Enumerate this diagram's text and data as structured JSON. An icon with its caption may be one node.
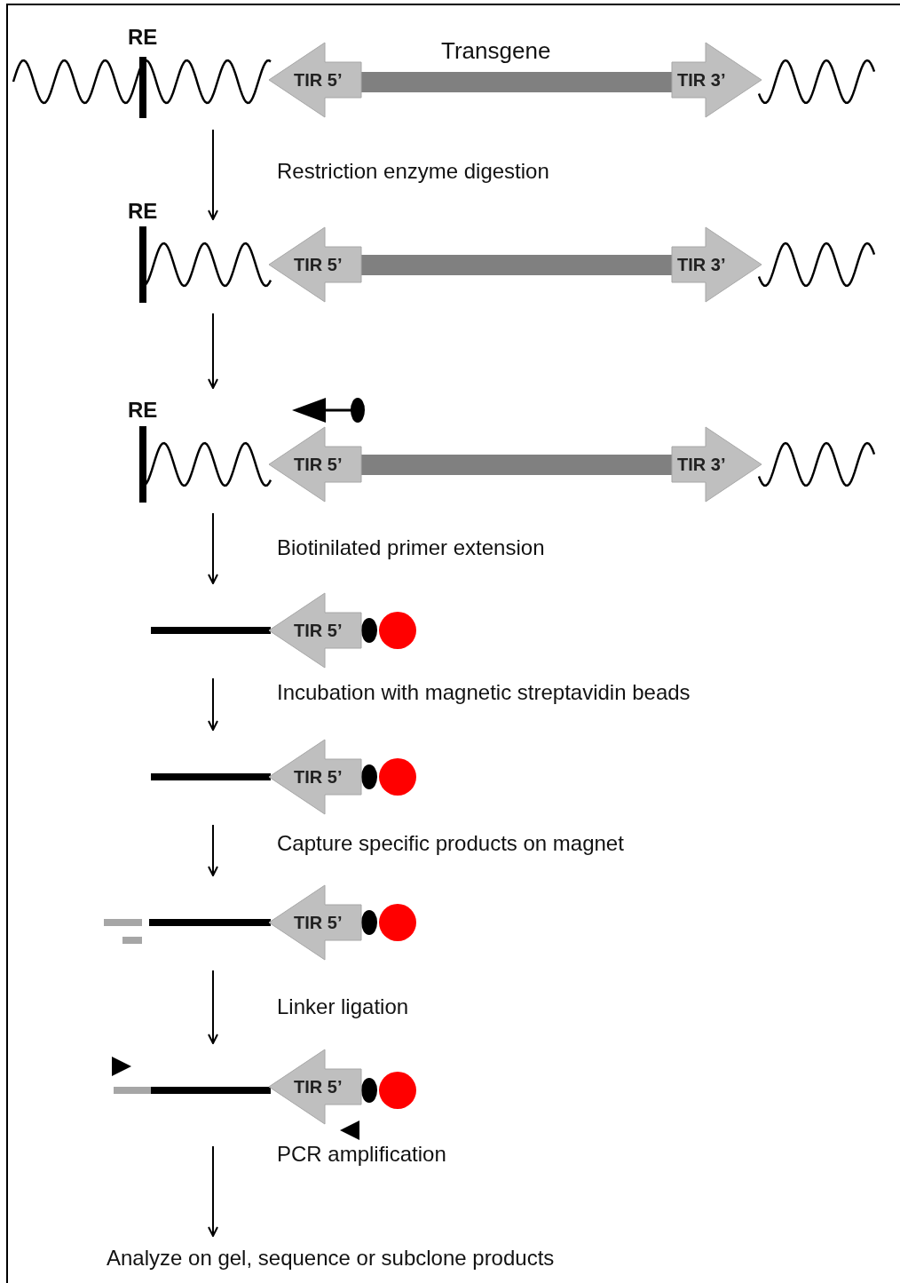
{
  "diagram": {
    "nodes": [
      {
        "text": [],
        "shape": "picture"
      },
      {
        "text": [
          "TIR 5’"
        ],
        "in": 0
      },
      {
        "text": [
          "TIR 3’"
        ],
        "in": 0
      },
      {
        "text": [],
        "shape": "picture"
      },
      {
        "text": [
          "TIR 5’"
        ],
        "in": 3
      },
      {
        "text": [
          "TIR 3’"
        ],
        "in": 3
      },
      {
        "text": [],
        "shape": "picture"
      },
      {
        "text": [
          "TIR 5’"
        ],
        "in": 6
      },
      {
        "text": [
          "TIR 3’"
        ],
        "in": 6
      },
      {
        "text": [],
        "shape": "picture"
      },
      {
        "text": [
          "TIR 5’"
        ]
      },
      {
        "text": [],
        "shape": "picture"
      },
      {
        "text": [
          "TIR 5’"
        ]
      },
      {
        "text": [],
        "shape": "picture"
      },
      {
        "text": [
          "TIR 5’"
        ]
      },
      {
        "text": [],
        "shape": "picture"
      },
      {
        "text": [
          "TIR 5’"
        ],
        "in": 15
      },
      {
        "text": [
          "Analyze on gel, sequence or subclone products"
        ]
      }
    ],
    "edges": [
      {
        "from": 0,
        "to": 3,
        "arrow": "to",
        "label": "Restriction enzyme digestion"
      },
      {
        "from": 3,
        "to": 6,
        "arrow": "to"
      },
      {
        "from": 6,
        "to": 9,
        "arrow": "to",
        "label": "Biotinilated primer extension"
      },
      {
        "from": 9,
        "to": 11,
        "arrow": "to",
        "label": "Incubation with magnetic streptavidin beads"
      },
      {
        "from": 11,
        "to": 13,
        "arrow": "to",
        "label": "Capture specific products on magnet"
      },
      {
        "from": 13,
        "to": 15,
        "arrow": "to",
        "label": "Linker ligation"
      },
      {
        "from": 15,
        "to": 17,
        "arrow": "to",
        "label": "PCR amplification"
      }
    ],
    "labels": [
      "RE",
      "Transgene",
      "RE",
      "RE"
    ]
  }
}
